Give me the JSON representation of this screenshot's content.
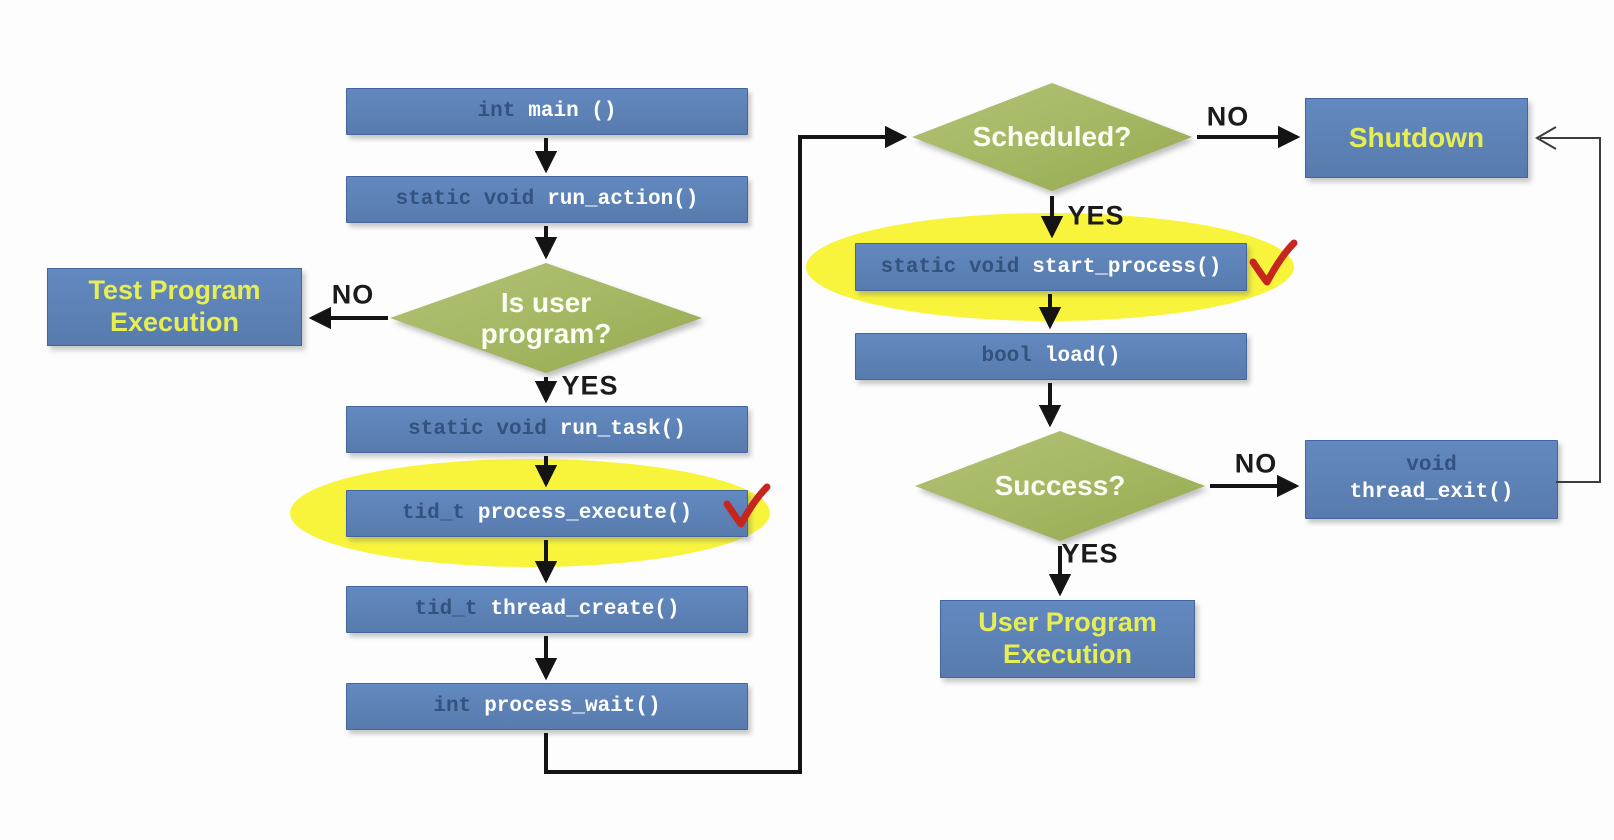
{
  "labels": {
    "yes": "YES",
    "no": "NO"
  },
  "nodes": {
    "main": {
      "type_kw": "int",
      "func": "main ()"
    },
    "run_action": {
      "type_kw": "static void",
      "func": "run_action()"
    },
    "run_task": {
      "type_kw": "static void",
      "func": "run_task()"
    },
    "process_execute": {
      "type_kw": "tid_t",
      "func": "process_execute()"
    },
    "thread_create": {
      "type_kw": "tid_t",
      "func": "thread_create()"
    },
    "process_wait": {
      "type_kw": "int",
      "func": "process_wait()"
    },
    "start_process": {
      "type_kw": "static void",
      "func": "start_process()"
    },
    "load": {
      "type_kw": "bool",
      "func": "load()"
    },
    "thread_exit": {
      "type_kw": "void",
      "func": "thread_exit()"
    },
    "test_program": {
      "label": "Test Program Execution"
    },
    "shutdown": {
      "label": "Shutdown"
    },
    "user_program": {
      "label": "User Program Execution"
    }
  },
  "decisions": {
    "is_user_program": {
      "label": "Is user program?"
    },
    "scheduled": {
      "label": "Scheduled?"
    },
    "success": {
      "label": "Success?"
    }
  },
  "colors": {
    "box_blue": "#5d81b8",
    "diamond_green": "#a6ba66",
    "highlight_yellow": "#f8f43b",
    "label_yellow": "#e7ee54",
    "keyword_navy": "#33527e",
    "check_red": "#c5271f"
  }
}
